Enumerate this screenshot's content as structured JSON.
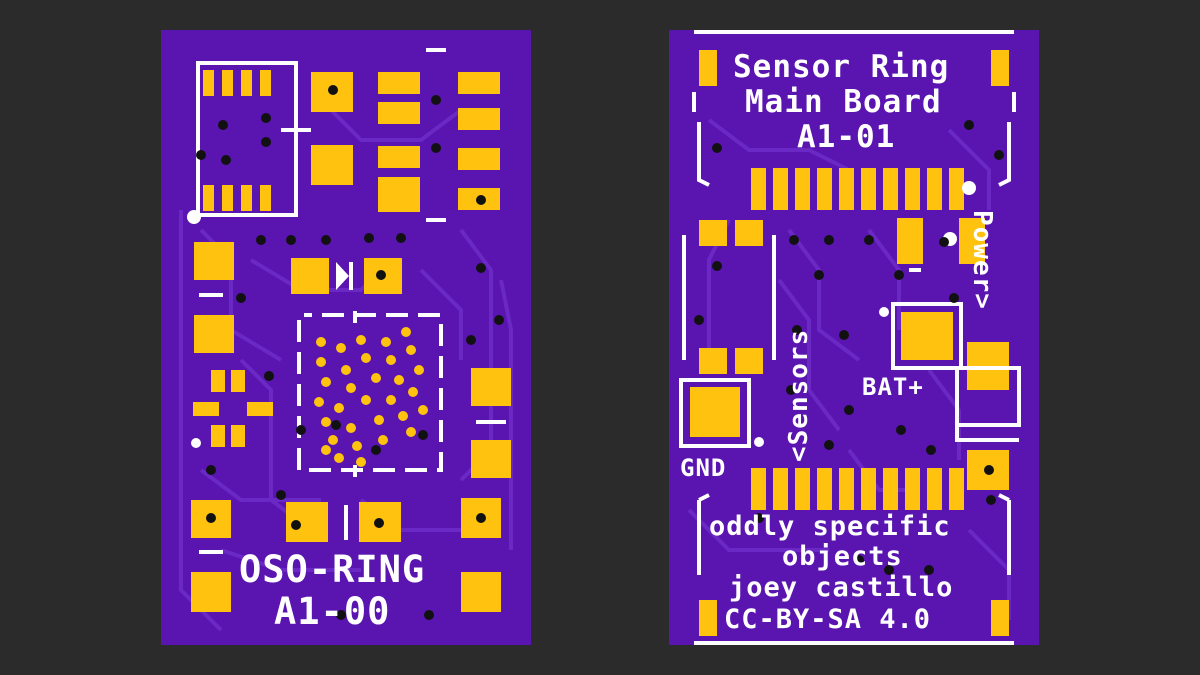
{
  "colors": {
    "background": "#2b2b2b",
    "board": "#5a14b0",
    "trace": "#6a28c4",
    "pad": "#ffc20e",
    "silkscreen": "#ffffff",
    "via": "#111111"
  },
  "left_board": {
    "name_label": "OSO-RING",
    "revision_label": "A1-00"
  },
  "right_board": {
    "title_line1": "Sensor Ring",
    "title_line2": "Main Board",
    "revision_label": "A1-01",
    "power_label": "Power>",
    "sensors_label": "<Sensors",
    "bat_label": "BAT+",
    "gnd_label": "GND",
    "credit_line1": "oddly specific",
    "credit_line2": "objects",
    "credit_line3": "joey castillo",
    "license_label": "CC-BY-SA 4.0"
  }
}
